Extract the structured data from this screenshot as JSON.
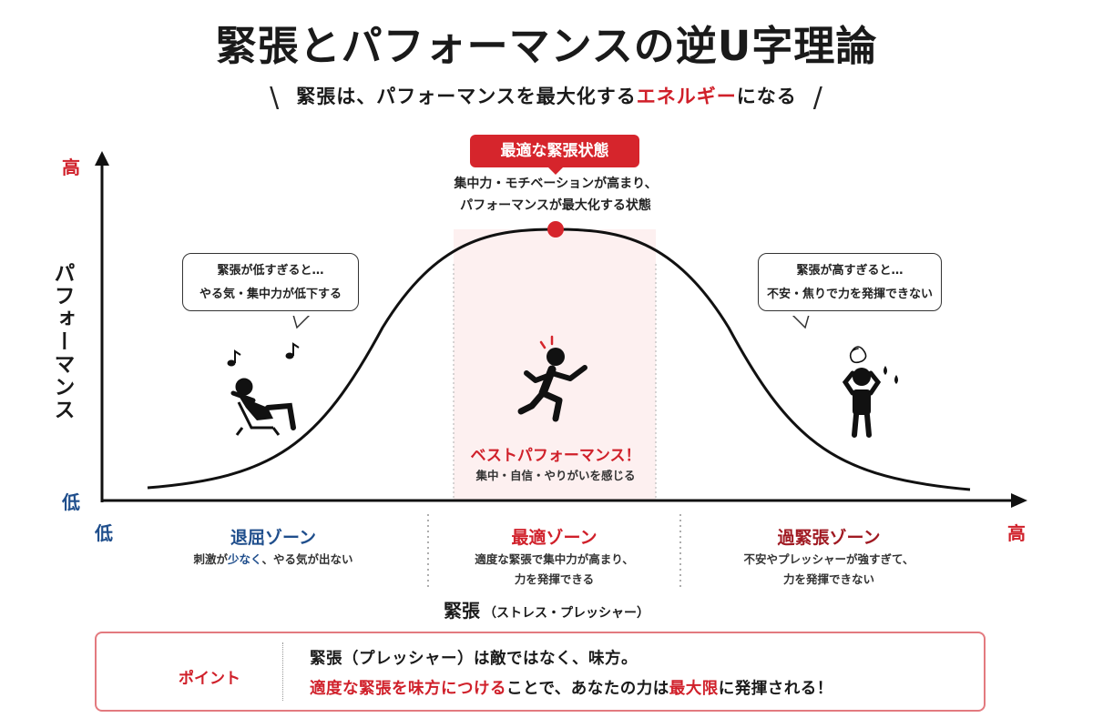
{
  "title": "緊張とパフォーマンスの逆U字理論",
  "subtitle": {
    "before": "緊張は、パフォーマンスを最大化する",
    "accent": "エネルギー",
    "after": "になる",
    "slash_left": "\\",
    "slash_right": "/"
  },
  "peak": {
    "badge": "最適な緊張状態",
    "desc_line1": "集中力・モチベーションが高まり、",
    "desc_line2": "パフォーマンスが最大化する状態"
  },
  "axes": {
    "y_label": "パフォーマンス",
    "y_high": "高",
    "y_low": "低",
    "x_low": "低",
    "x_high": "高",
    "x_label": "緊張",
    "x_label_sub": "（ストレス・プレッシャー）"
  },
  "bubbles": {
    "low": {
      "line1": "緊張が低すぎると…",
      "line2": "やる気・集中力が低下する"
    },
    "high": {
      "line1": "緊張が高すぎると…",
      "line2": "不安・焦りで力を発揮できない"
    }
  },
  "best": {
    "title": "ベストパフォーマンス！",
    "desc": "集中・自信・やりがいを感じる"
  },
  "zones": [
    {
      "title": "退屈ゾーン",
      "desc_parts": [
        "刺激が",
        "少なく",
        "、やる気が出ない"
      ],
      "desc_line2": "",
      "color": "#1f4e8c"
    },
    {
      "title": "最適ゾーン",
      "desc_line1": "適度な緊張で集中力が高まり、",
      "desc_line2": "力を発揮できる",
      "color": "#d0202a"
    },
    {
      "title": "過緊張ゾーン",
      "desc_line1": "不安やプレッシャーが強すぎて、",
      "desc_line2": "力を発揮できない",
      "color": "#a01a22"
    }
  ],
  "point": {
    "label": "ポイント",
    "line1": "緊張（プレッシャー）は敵ではなく、味方。",
    "line2_parts": [
      "適度な緊張を味方につける",
      "ことで、あなたの力は",
      "最大限",
      "に発揮される！"
    ]
  },
  "icons": {
    "peak_dot": "red-dot-icon",
    "relaxed": "relaxing-person-icon",
    "runner": "running-person-icon",
    "stressed": "stressed-person-icon",
    "lightbulb": "lightbulb-icon",
    "music_notes": "music-note-icon"
  },
  "colors": {
    "accent_red": "#d6252c",
    "zone_blue": "#1f4e8c",
    "zone_dark_red": "#a01a22",
    "optimal_band": "#fdf0f0"
  }
}
